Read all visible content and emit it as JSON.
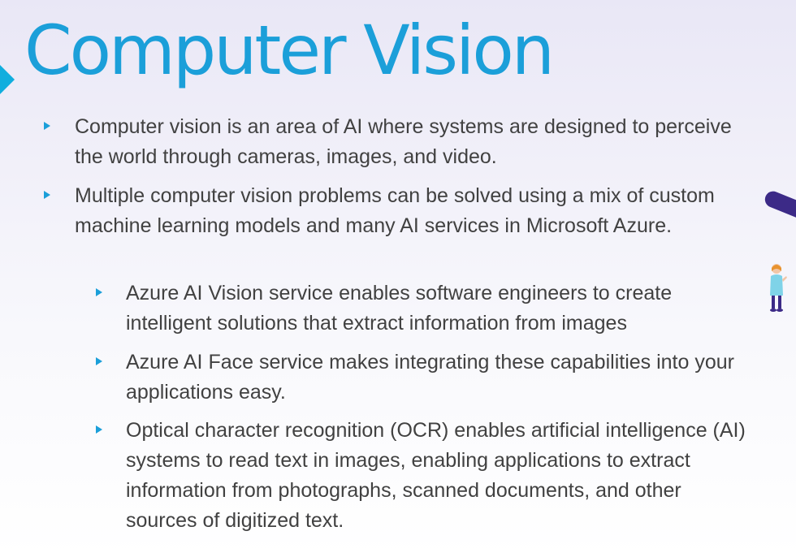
{
  "slide": {
    "title": "Computer Vision",
    "bullets": [
      {
        "level": 1,
        "text": "Computer vision is an area of AI where systems are designed to perceive the world through cameras, images, and video."
      },
      {
        "level": 1,
        "text": "Multiple computer vision problems can be solved using a mix of custom machine learning models and many AI services in Microsoft Azure."
      },
      {
        "level": 2,
        "text": "Azure AI Vision service enables software engineers to create intelligent solutions that extract information from images"
      },
      {
        "level": 2,
        "text": "Azure AI Face service makes integrating these capabilities into your applications easy."
      },
      {
        "level": 2,
        "text": "Optical character recognition (OCR) enables artificial intelligence (AI) systems to read text in images, enabling applications to extract information from photographs, scanned documents, and other sources of digitized text."
      }
    ]
  },
  "colors": {
    "accent": "#1b9fd9",
    "text": "#414141",
    "decor": "#3c2a87"
  },
  "icons": {
    "title_marker": "triangle-right-icon",
    "bullet": "triangle-bullet-icon",
    "illustration": "person-illustration-icon"
  }
}
